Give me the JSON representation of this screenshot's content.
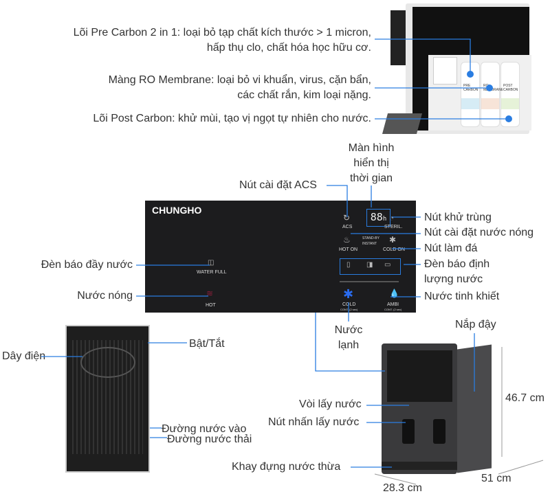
{
  "filters": {
    "pre_carbon": [
      "Lõi Pre Carbon 2 in 1: loại bỏ tạp chất kích thước > 1 micron,",
      "hấp thụ clo, chất hóa học hữu cơ."
    ],
    "ro_membrane": [
      "Màng RO Membrane: loại bỏ vi khuẩn, virus, cặn bẩn,",
      "các chất rắn, kim loại nặng."
    ],
    "post_carbon": "Lõi Post Carbon: khử mùi, tạo vị ngọt tự nhiên cho nước.",
    "cartridge_labels": [
      "PRE CARBON",
      "RO MEMBRANE",
      "POST CARBON"
    ]
  },
  "panel": {
    "brand": "CHUNGHO",
    "display": "88",
    "display_unit": "h",
    "acs": "ACS",
    "steril": "STERIL.",
    "hot_on": "HOT ON",
    "stand_by": "STAND-BY",
    "instant": "INSTANT",
    "cold_on": "COLD ON",
    "water_full": "WATER FULL",
    "hot": "HOT",
    "cold": "COLD",
    "ambi": "AMBI",
    "cont": "CONT. (2 sec)"
  },
  "callouts": {
    "display": [
      "Màn hình",
      "hiển thị",
      "thời gian"
    ],
    "acs": "Nút cài đặt ACS",
    "steril": "Nút khử trùng",
    "hot_set": "Nút cài đặt nước nóng",
    "ice": "Nút làm đá",
    "amount": [
      "Đèn báo định",
      "lượng nước"
    ],
    "pure": "Nước tinh khiết",
    "water_full": "Đèn báo đầy nước",
    "hot": "Nước nóng",
    "cold": [
      "Nước",
      "lạnh"
    ]
  },
  "back": {
    "power": "Bật/Tắt",
    "cord": "Dây điện",
    "inlet": "Đường nước vào",
    "drain": "Đường nước thải"
  },
  "front": {
    "lid": "Nắp đậy",
    "height": "46.7 cm",
    "depth": "51 cm",
    "width": "28.3 cm",
    "tap": "Vòi lấy nước",
    "button": "Nút nhấn lấy nước",
    "tray": "Khay đựng nước thừa"
  },
  "colors": {
    "accent": "#2a7de1"
  }
}
